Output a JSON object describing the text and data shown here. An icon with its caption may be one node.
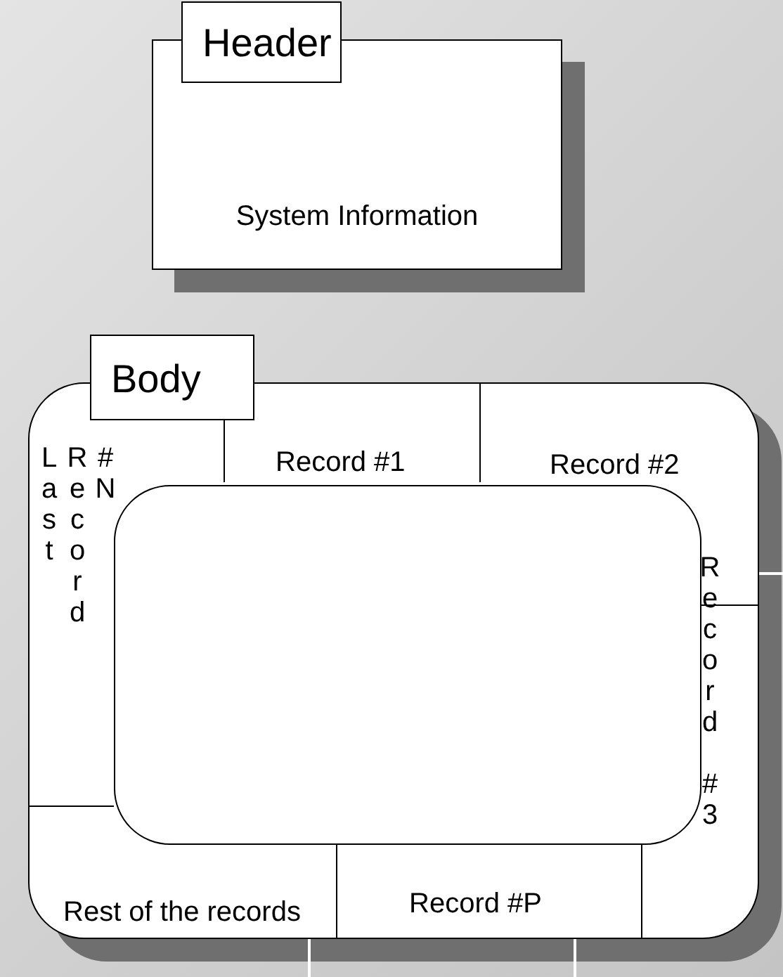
{
  "diagram": {
    "nodes": [
      {
        "text": [
          "Header",
          "System Information"
        ]
      },
      {
        "text": [
          "Body"
        ]
      },
      {
        "text": [
          "Record #1"
        ],
        "in": 1
      },
      {
        "text": [
          "Record #2"
        ],
        "in": 1
      },
      {
        "text": [
          "Record #3"
        ],
        "in": 1
      },
      {
        "text": [
          "Record #P"
        ],
        "in": 1
      },
      {
        "text": [
          "Rest of the records"
        ],
        "in": 1
      },
      {
        "text": [
          "Last Record #N"
        ],
        "in": 1
      },
      {
        "text": [],
        "shape": "box",
        "in": 1
      }
    ],
    "edges": []
  }
}
